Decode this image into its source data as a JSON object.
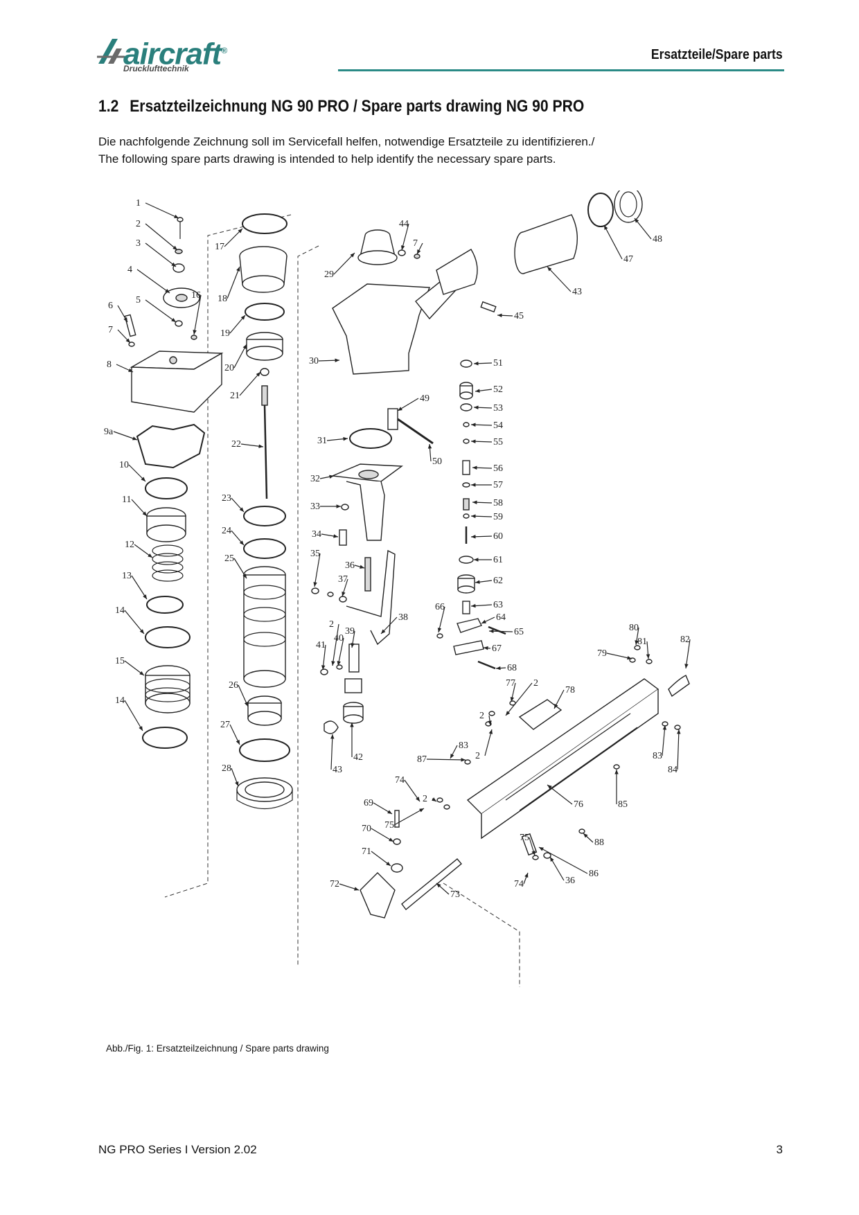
{
  "header": {
    "logo_name": "aircraft",
    "logo_registered": "®",
    "logo_tagline": "Drucklufttechnik",
    "title": "Ersatzteile/Spare parts",
    "accent_color": "#2a8a86"
  },
  "section": {
    "number": "1.2",
    "title": "Ersatzteilzeichnung NG 90 PRO / Spare parts drawing NG 90 PRO"
  },
  "intro": {
    "line_de": "Die nachfolgende Zeichnung soll im Servicefall helfen, notwendige Ersatzteile zu identifizieren./",
    "line_en": "The following spare parts drawing is intended to help identify the necessary spare parts."
  },
  "drawing": {
    "callouts": [
      "1",
      "2",
      "3",
      "4",
      "5",
      "6",
      "7",
      "8",
      "9a",
      "10",
      "11",
      "12",
      "13",
      "14",
      "15",
      "14",
      "16",
      "17",
      "18",
      "19",
      "20",
      "21",
      "22",
      "23",
      "24",
      "25",
      "26",
      "27",
      "28",
      "29",
      "30",
      "31",
      "32",
      "33",
      "34",
      "35",
      "36",
      "37",
      "38",
      "39",
      "40",
      "41",
      "2",
      "42",
      "43",
      "44",
      "7",
      "45",
      "43",
      "47",
      "48",
      "49",
      "50",
      "51",
      "52",
      "53",
      "54",
      "55",
      "56",
      "57",
      "58",
      "59",
      "60",
      "61",
      "62",
      "63",
      "64",
      "65",
      "66",
      "67",
      "68",
      "69",
      "70",
      "71",
      "72",
      "73",
      "74",
      "75",
      "74",
      "75",
      "76",
      "77",
      "78",
      "79",
      "80",
      "81",
      "82",
      "83",
      "84",
      "85",
      "86",
      "87",
      "88",
      "83",
      "36",
      "2",
      "2",
      "2",
      "2"
    ]
  },
  "caption": "Abb./Fig. 1: Ersatzteilzeichnung / Spare parts drawing",
  "footer": {
    "left": "NG PRO Series I Version 2.02",
    "page": "3"
  }
}
